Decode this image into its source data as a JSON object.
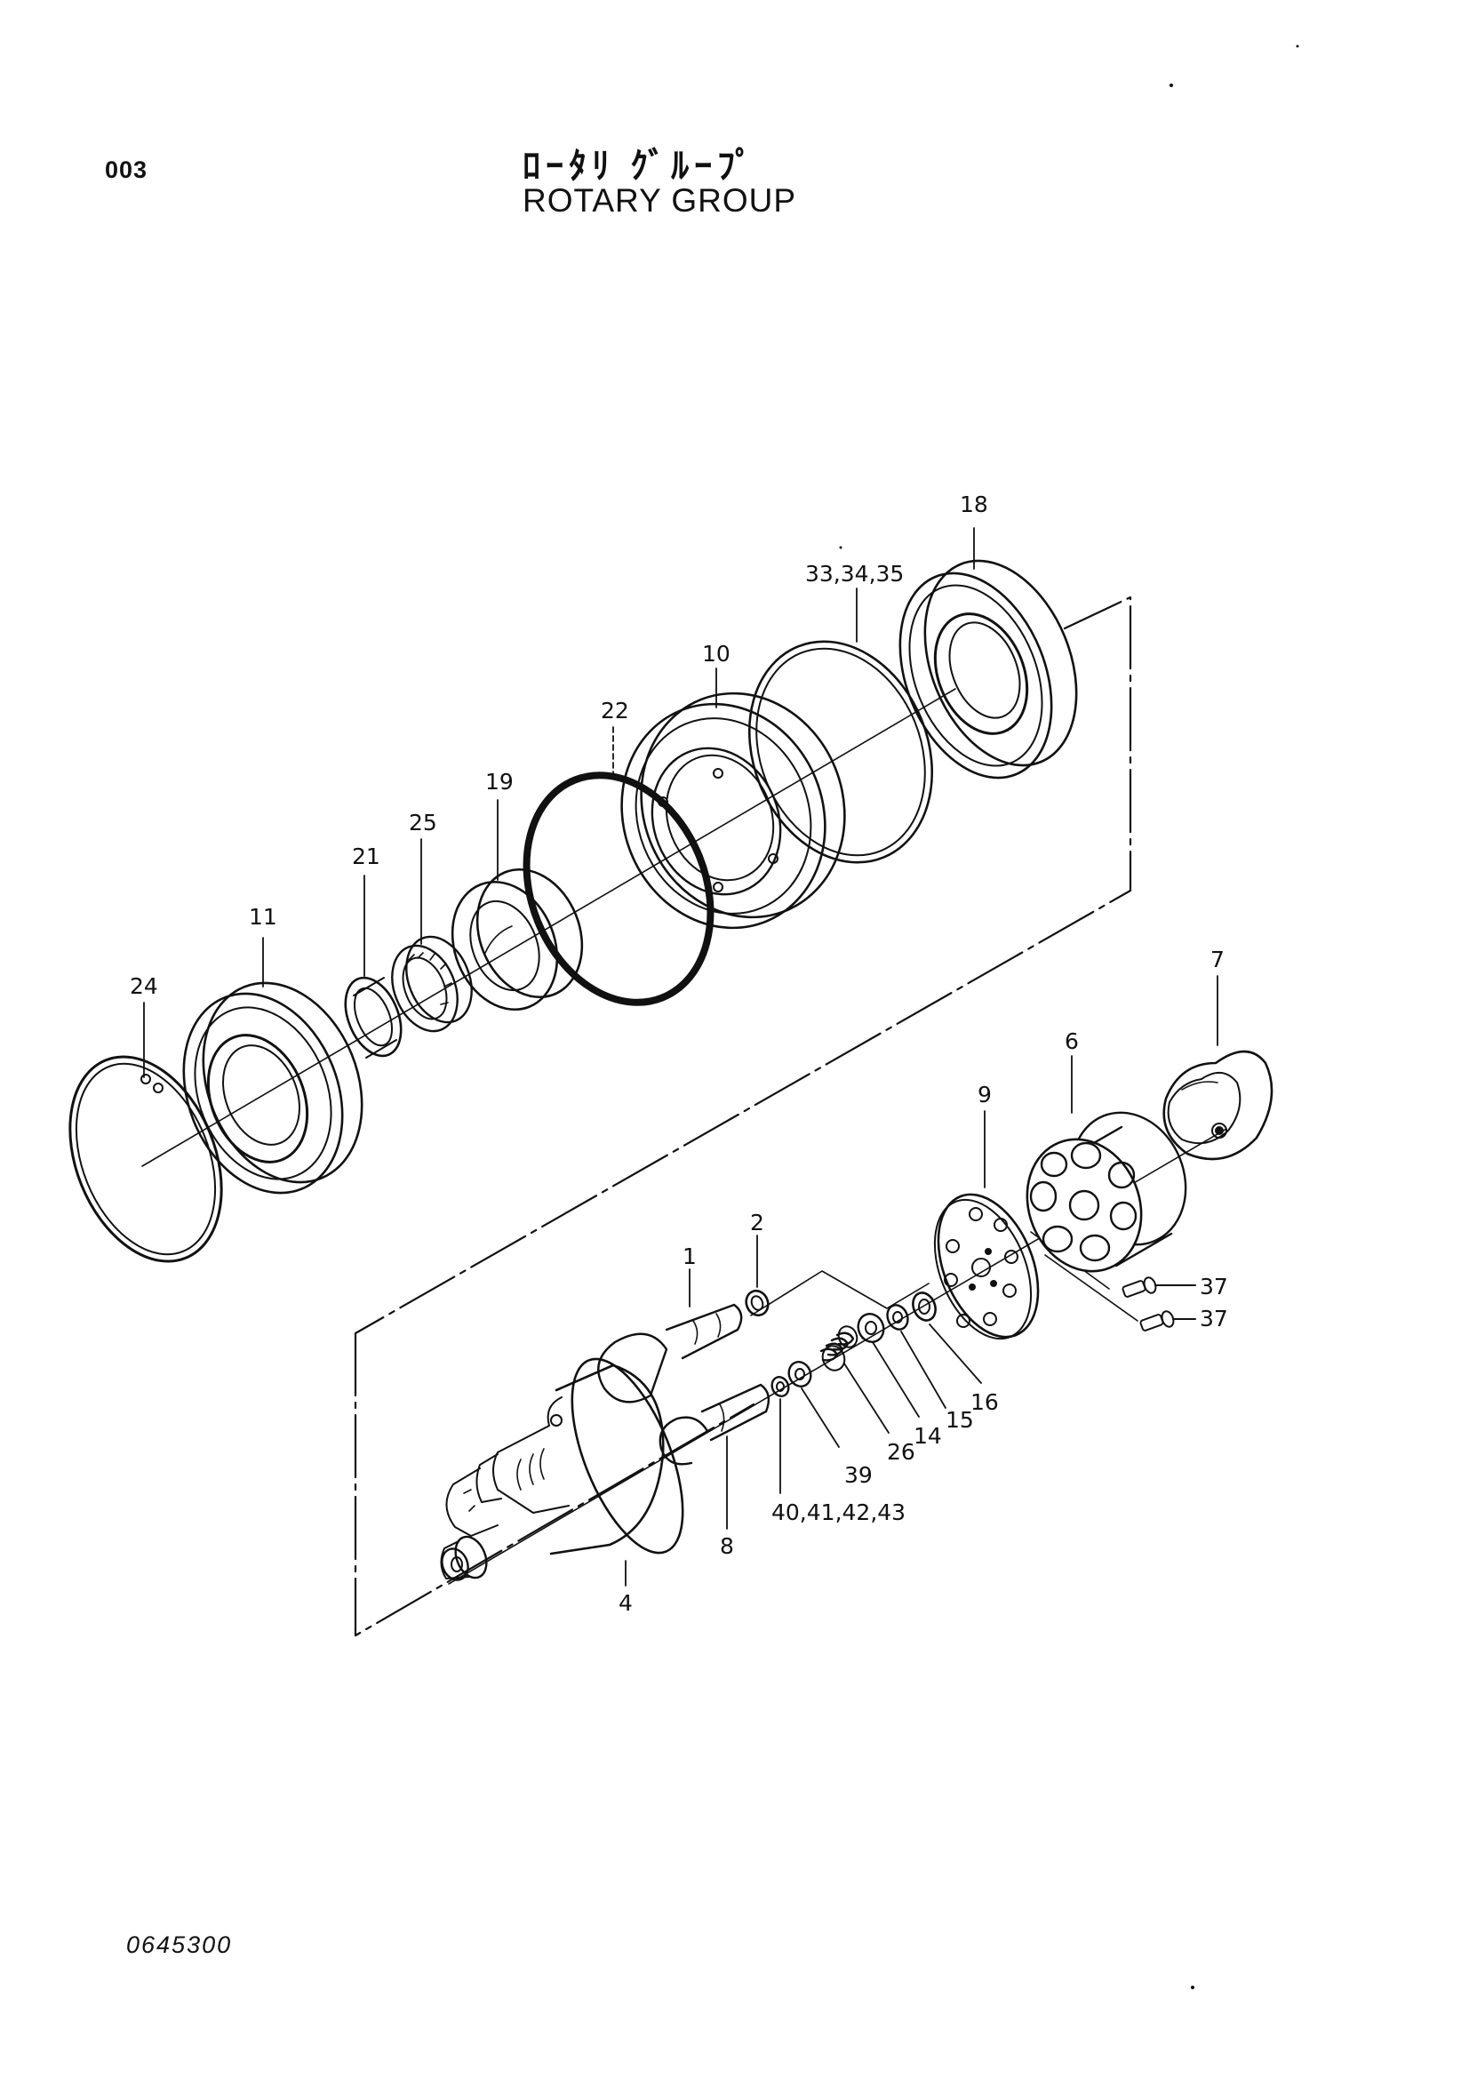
{
  "header": {
    "page_code": "003",
    "title_jp": "ﾛｰﾀﾘ ｸﾞﾙｰﾌﾟ",
    "title_en": "ROTARY GROUP"
  },
  "footer": {
    "drawing_number": "0645300"
  },
  "callouts": {
    "c1": "1",
    "c2": "2",
    "c4": "4",
    "c6": "6",
    "c7": "7",
    "c8": "8",
    "c9": "9",
    "c10": "10",
    "c11": "11",
    "c14": "14",
    "c15": "15",
    "c16": "16",
    "c18": "18",
    "c19": "19",
    "c21": "21",
    "c22": "22",
    "c24": "24",
    "c25": "25",
    "c26": "26",
    "c33_35": "33,34,35",
    "c37a": "37",
    "c37b": "37",
    "c39": "39",
    "c40_43": "40,41,42,43"
  }
}
